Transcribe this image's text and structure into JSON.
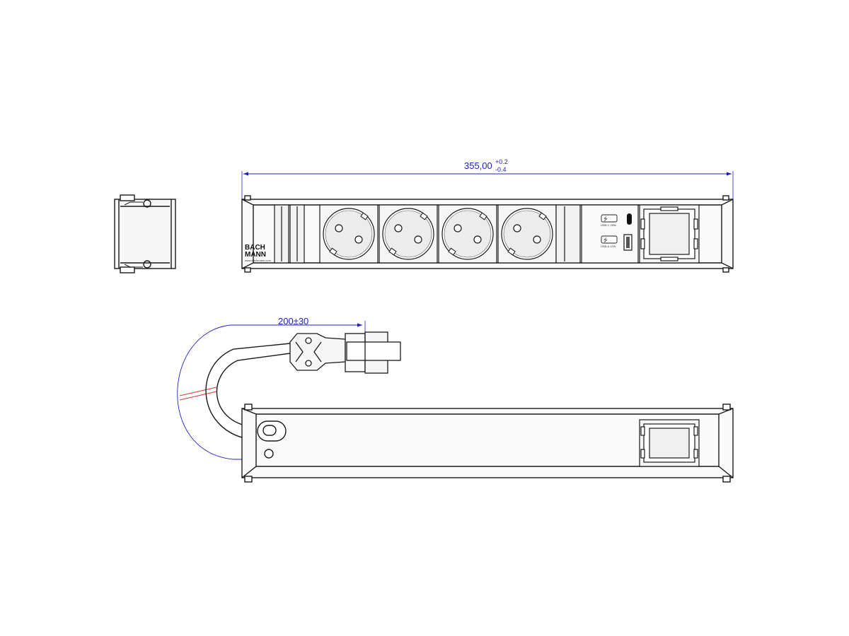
{
  "drawing": {
    "front_view": {
      "overall_length_dimension": {
        "value": "355,00",
        "tol_upper": "+0.2",
        "tol_lower": "-0.4"
      },
      "brand_logo": [
        "BACH",
        "MANN"
      ],
      "brand_url": "www.bachmann.com",
      "socket_count": 4,
      "usb_c_label": "USB-C 20W",
      "usb_a_label": "USB-A 12W"
    },
    "top_view": {
      "cable_length_dimension": "200±30"
    },
    "colors": {
      "line": "#1a1a1a",
      "dimension": "#2020c0",
      "break_mark": "#e03030",
      "socket_fill": "#e6e6e6",
      "frame_fill": "#f7f7f7"
    }
  }
}
